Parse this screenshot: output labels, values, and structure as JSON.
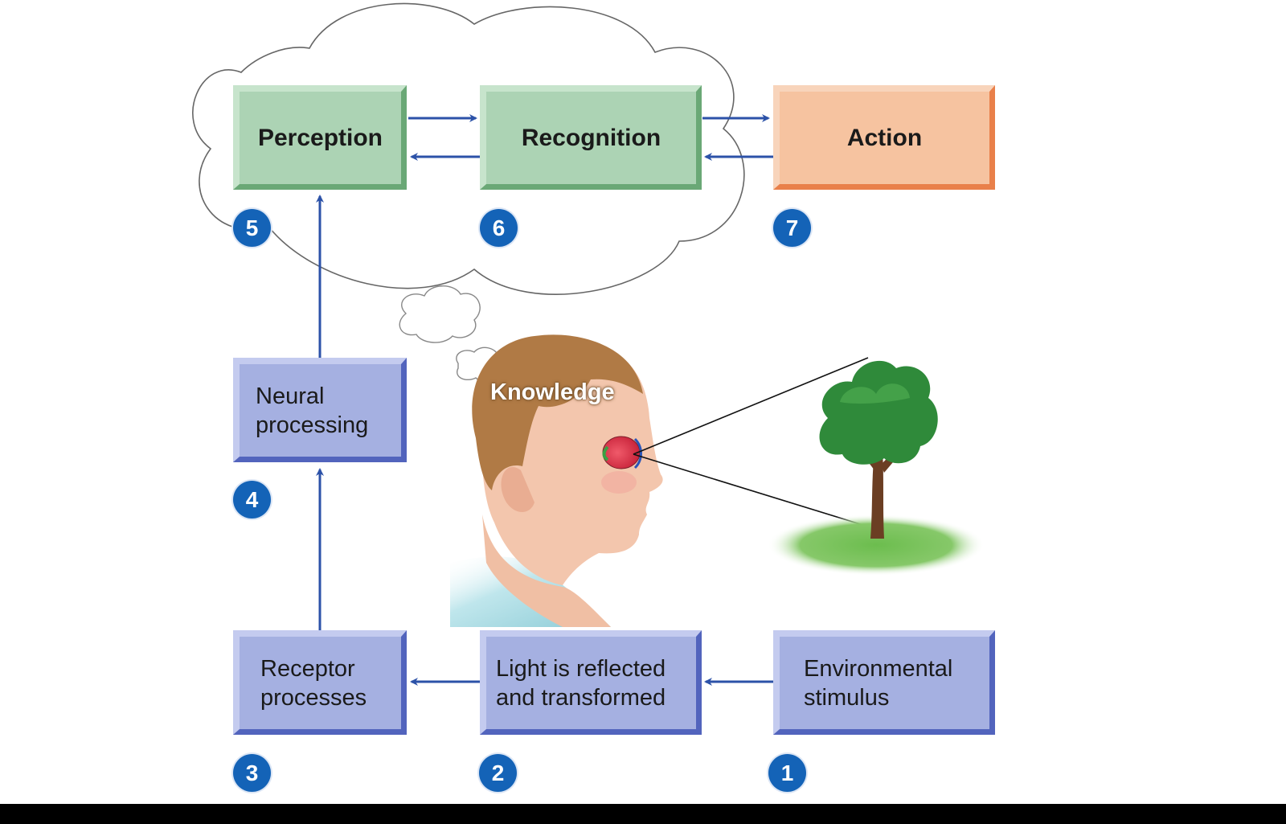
{
  "stages": {
    "perception": "Perception",
    "recognition": "Recognition",
    "action": "Action",
    "neural": "Neural\nprocessing",
    "receptor": "Receptor\nprocesses",
    "light": "Light is reflected\nand transformed",
    "stimulus": "Environmental\nstimulus"
  },
  "steps": [
    "1",
    "2",
    "3",
    "4",
    "5",
    "6",
    "7"
  ],
  "knowledge_label": "Knowledge",
  "colors": {
    "arrow": "#2c52a8",
    "badge": "#1463b7",
    "green_box": "#acd3b4",
    "orange_box": "#f6c3a0",
    "purple_box": "#a5b0e1"
  },
  "icons": [
    "cloud-icon",
    "thought-bubble-icon",
    "head-illustration",
    "eye-icon",
    "tree-icon"
  ]
}
